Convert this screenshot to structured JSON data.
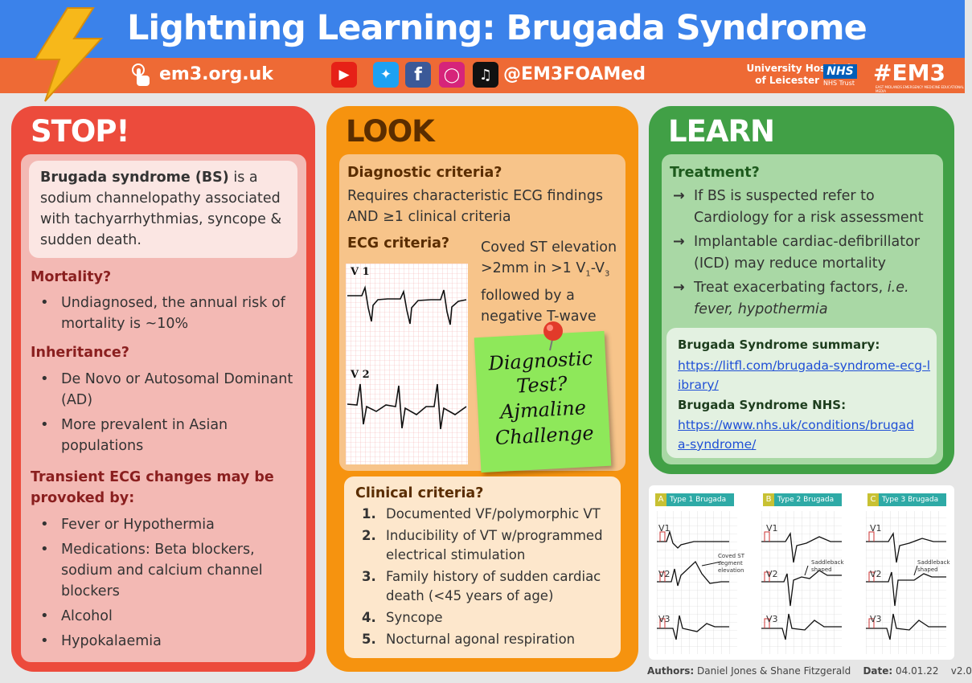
{
  "header": {
    "title": "Lightning Learning: Brugada Syndrome",
    "website": "em3.org.uk",
    "handle": "@EM3FOAMed",
    "hospital_line1": "University Hospitals",
    "hospital_line2": "of Leicester",
    "nhs": "NHS",
    "nhs_trust": "NHS Trust",
    "hashtag": "#EM3",
    "hashtag_sub": "EAST MIDLANDS EMERGENCY MEDICINE EDUCATIONAL MEDIA",
    "social_icons": [
      "youtube-icon",
      "twitter-icon",
      "facebook-icon",
      "instagram-icon",
      "tiktok-icon"
    ]
  },
  "stop": {
    "heading": "STOP!",
    "intro_bold": "Brugada syndrome (BS)",
    "intro_rest": " is a sodium channelopathy associated with tachyarrhythmias, syncope & sudden death.",
    "mortality_h": "Mortality?",
    "mortality": [
      "Undiagnosed, the annual risk of mortality is ~10%"
    ],
    "inheritance_h": "Inheritance?",
    "inheritance": [
      "De Novo or Autosomal Dominant (AD)",
      "More prevalent in Asian populations"
    ],
    "transient_h": "Transient ECG changes may be provoked by:",
    "transient": [
      "Fever or Hypothermia",
      "Medications: Beta blockers, sodium and calcium channel blockers",
      "Alcohol",
      "Hypokalaemia"
    ]
  },
  "look": {
    "heading": "LOOK",
    "diag_h": "Diagnostic criteria?",
    "diag_text": "Requires characteristic ECG findings AND ≥1 clinical criteria",
    "ecg_h": "ECG criteria?",
    "ecg_desc1": "Coved ST elevation >2mm in >1 V",
    "ecg_sub1": "1",
    "ecg_desc2": "-V",
    "ecg_sub2": "3",
    "ecg_desc3": " followed by a negative T-wave",
    "lead1": "V 1",
    "lead2": "V 2",
    "note": [
      "Diagnostic",
      "Test?",
      "Ajmaline",
      "Challenge"
    ],
    "clinical_h": "Clinical criteria?",
    "clinical": [
      {
        "n": "1.",
        "t": "Documented VF/polymorphic VT"
      },
      {
        "n": "2.",
        "t": "Inducibility of VT w/programmed electrical stimulation"
      },
      {
        "n": "3.",
        "t": "Family history of sudden cardiac death (<45 years of age)"
      },
      {
        "n": "4.",
        "t": "Syncope"
      },
      {
        "n": "5.",
        "t": "Nocturnal agonal respiration"
      }
    ]
  },
  "learn": {
    "heading": "LEARN",
    "treat_h": "Treatment?",
    "treatments": [
      "If BS is suspected refer to Cardiology for a risk assessment",
      "Implantable cardiac-defibrillator (ICD) may reduce mortality"
    ],
    "treat3_plain": "Treat exacerbating factors, ",
    "treat3_italic": "i.e. fever, hypothermia",
    "summary_h": "Brugada Syndrome summary:",
    "summary_link": "https://litfl.com/brugada-syndrome-ecg-library/",
    "nhs_h": "Brugada Syndrome NHS:",
    "nhs_link": "https://www.nhs.uk/conditions/brugada-syndrome/"
  },
  "types": [
    {
      "letter": "A",
      "label": "Type 1 Brugada",
      "annotation": "Coved ST segment elevation"
    },
    {
      "letter": "B",
      "label": "Type 2 Brugada",
      "annotation": "Saddleback shaped"
    },
    {
      "letter": "C",
      "label": "Type 3 Brugada",
      "annotation": "Saddleback shaped"
    }
  ],
  "type_leads": [
    "V1",
    "V2",
    "V3"
  ],
  "footer": {
    "authors_label": "Authors:",
    "authors": "Daniel Jones & Shane Fitzgerald",
    "date_label": "Date:",
    "date": "04.01.22",
    "version": "v2.0"
  },
  "colors": {
    "header_blue": "#3b82ea",
    "header_orange": "#ee6a35",
    "stop_red": "#ec4b3c",
    "look_orange": "#f6930f",
    "learn_green": "#41a046"
  }
}
